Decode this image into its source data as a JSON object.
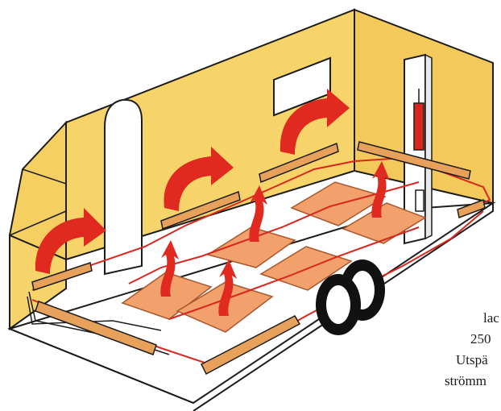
{
  "colors": {
    "wall": "#f7d46a",
    "wall_shade": "#f0c24f",
    "floor": "#ffffff",
    "outline": "#1c1c1c",
    "panel": "#f2a06c",
    "panel_edge": "#a8582e",
    "heater": "#e8a15a",
    "heater_dark": "#b86a33",
    "wire": "#d8271e",
    "arrow": "#e02a1f",
    "tire": "#111111"
  },
  "caption_fragments": [
    "lac",
    "250",
    "Utspä",
    "strömm"
  ]
}
